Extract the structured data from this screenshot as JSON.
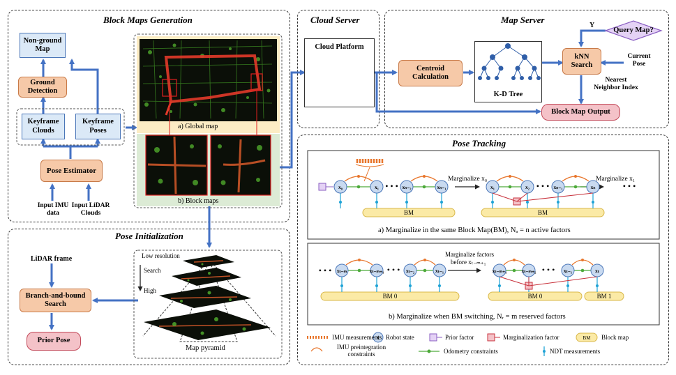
{
  "panels": {
    "block_maps": "Block Maps Generation",
    "cloud_server": "Cloud Server",
    "map_server": "Map Server",
    "pose_init": "Pose Initialization",
    "pose_tracking": "Pose Tracking"
  },
  "block_maps": {
    "non_ground_map": "Non-ground Map",
    "ground_detection": "Ground Detection",
    "keyframe_clouds": "Keyframe Clouds",
    "keyframe_poses": "Keyframe Poses",
    "pose_estimator": "Pose Estimator",
    "input_imu": "Input IMU data",
    "input_lidar": "Input LiDAR Clouds",
    "global_map_caption": "a) Global map",
    "block_maps_caption": "b) Block maps"
  },
  "cloud": {
    "platform": "Cloud Platform"
  },
  "map_server": {
    "query_map": "Query Map?",
    "y_label": "Y",
    "knn_search": "kNN Search",
    "current_pose": "Current Pose",
    "nearest_neighbor": "Nearest Neighbor Index",
    "centroid_calc": "Centroid Calculation",
    "kd_tree": "K-D Tree",
    "block_map_output": "Block Map Output"
  },
  "pose_init": {
    "lidar_frame": "LiDAR frame",
    "branch_bound": "Branch-and-bound Search",
    "prior_pose": "Prior Pose",
    "low_res": "Low resolution",
    "search": "Search",
    "high": "High",
    "map_pyramid": "Map pyramid"
  },
  "pose_tracking": {
    "marg_x0": "Marginalize x₀",
    "marg_x1": "Marginalize x₁",
    "bm": "BM",
    "caption_a": "a) Marginalize in the same Block Map(BM), Nₐ = n active factors",
    "marg_before_1": "Marginalize factors",
    "marg_before_2": "before xₜ₋ₘ₊₁",
    "bm0": "BM 0",
    "bm1": "BM 1",
    "caption_b": "b) Marginalize when BM switching, Nᵣ = m reserved factors",
    "nodes_a_left": [
      "x₀",
      "x₁",
      "xₙ₋₂",
      "xₙ₋₁"
    ],
    "nodes_a_right": [
      "x₁",
      "x₂",
      "xₙ₋₁",
      "xₙ"
    ],
    "nodes_b_left": [
      "xₜ₋ₘ",
      "xₜ₋ₘ₊₁",
      "xₜ₋₂",
      "xₜ₋₁"
    ],
    "nodes_b_right": [
      "xₜ₋ₘ₊₁",
      "xₜ₋ₘ₊₂",
      "xₜ₋₁",
      "xₜ"
    ]
  },
  "legend": {
    "imu_meas": "IMU measurements",
    "robot_state": "Robot state",
    "robot_symbol": "x",
    "prior_factor": "Prior factor",
    "marg_factor": "Marginalization factor",
    "bm_symbol": "BM",
    "block_map": "Block map",
    "imu_preint": "IMU preintegration constraints",
    "odometry": "Odometry constraints",
    "ndt": "NDT measurements"
  },
  "colors": {
    "arrow": "#4472c4",
    "blue_fill": "#dbe9f7",
    "orange_fill": "#f6c9a8",
    "pink_fill": "#f4c2c8",
    "node_fill": "#c9daf0",
    "imu_orange": "#e8762c",
    "odometry_green": "#4daa3a",
    "ndt_cyan": "#1fa3d6",
    "marg_red": "#c8323c",
    "prior_purple": "#b08ad8",
    "bm_yellow": "#fbeaa6"
  }
}
